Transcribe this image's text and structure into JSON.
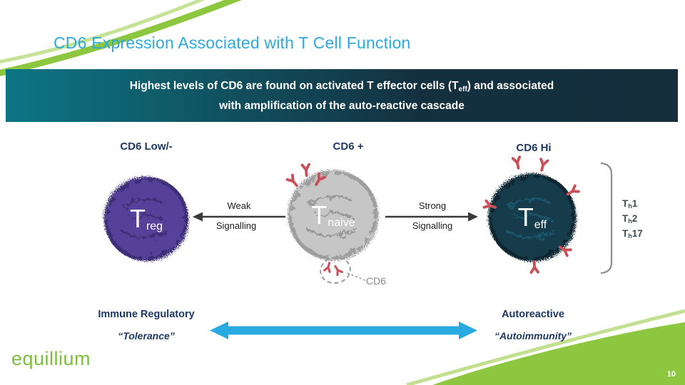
{
  "slide": {
    "title": "CD6 Expression Associated with T Cell Function",
    "page_number": "10",
    "logo_text": "equillium"
  },
  "banner": {
    "line1_pre": "Highest levels of CD6 are found on activated T effector cells (T",
    "line1_sub": "eff",
    "line1_post": ") and associated",
    "line2": "with amplification of the auto-reactive cascade"
  },
  "columns": {
    "left": "CD6 Low/-",
    "center": "CD6 +",
    "right": "CD6 Hi"
  },
  "cells": {
    "reg": {
      "symbol": "T",
      "subscript": "reg"
    },
    "naive": {
      "symbol": "T",
      "subscript": "naive"
    },
    "eff": {
      "symbol": "T",
      "subscript": "eff"
    }
  },
  "arrows": {
    "left_word": "Weak",
    "left_word2": "Signalling",
    "right_word": "Strong",
    "right_word2": "Signalling"
  },
  "cd6_callout": "CD6",
  "th_labels": [
    {
      "pre": "T",
      "sub": "h",
      "post": "1"
    },
    {
      "pre": "T",
      "sub": "h",
      "post": "2"
    },
    {
      "pre": "T",
      "sub": "h",
      "post": "17"
    }
  ],
  "bottom": {
    "left_title": "Immune Regulatory",
    "left_quote": "“Tolerance”",
    "right_title": "Autoreactive",
    "right_quote": "“Autoimmunity”"
  },
  "colors": {
    "accent_blue": "#2BA9E0",
    "brand_green": "#8DC63F",
    "banner_teal": "#0D7584",
    "banner_navy": "#14303F",
    "navy_text": "#1F3864",
    "antibody_red": "#C94F59",
    "bidirectional_arrow_blue": "#29ABE2",
    "treg_purple": "#54419A",
    "tnaive_gray": "#C6C6C6",
    "teff_teal": "#133B4C"
  }
}
